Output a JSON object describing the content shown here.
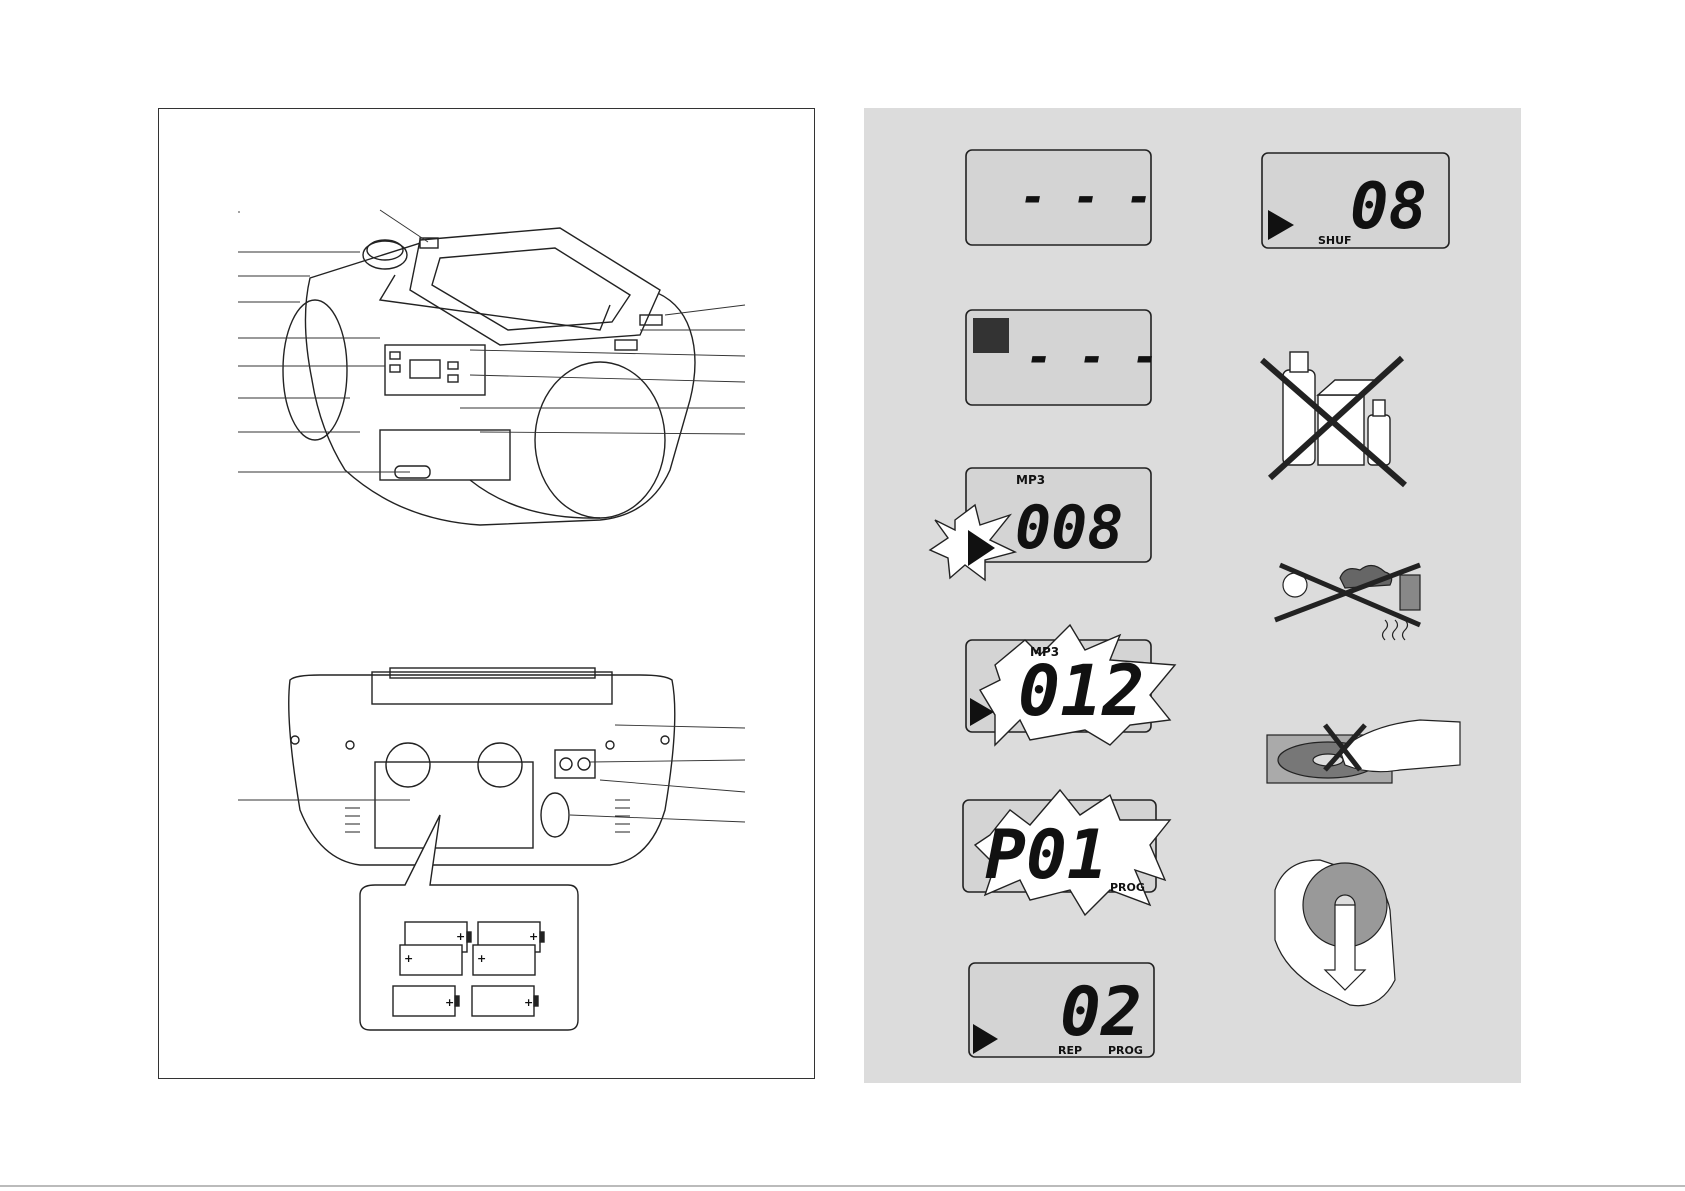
{
  "left_panel": {
    "battery_plus_1": "+",
    "battery_plus_2": "+",
    "battery_plus_3": "+",
    "battery_plus_4": "+",
    "battery_plus_5": "+",
    "battery_plus_6": "+"
  },
  "displays": {
    "d1_digits": "- - -",
    "d2_digits": "- - -",
    "d3_top_label": "MP3",
    "d3_digits": "008",
    "d4_top_label": "MP3",
    "d4_digits": "012",
    "d5_digits": "P01",
    "d5_label": "PROG",
    "d6_digits": "02",
    "d6_label_rep": "REP",
    "d6_label_prog": "PROG",
    "d7_digits": "08",
    "d7_label": "SHUF"
  },
  "colors": {
    "panel_bg": "#dcdcdc",
    "lcd_bg": "#d4d4d4",
    "stroke": "#222222"
  }
}
